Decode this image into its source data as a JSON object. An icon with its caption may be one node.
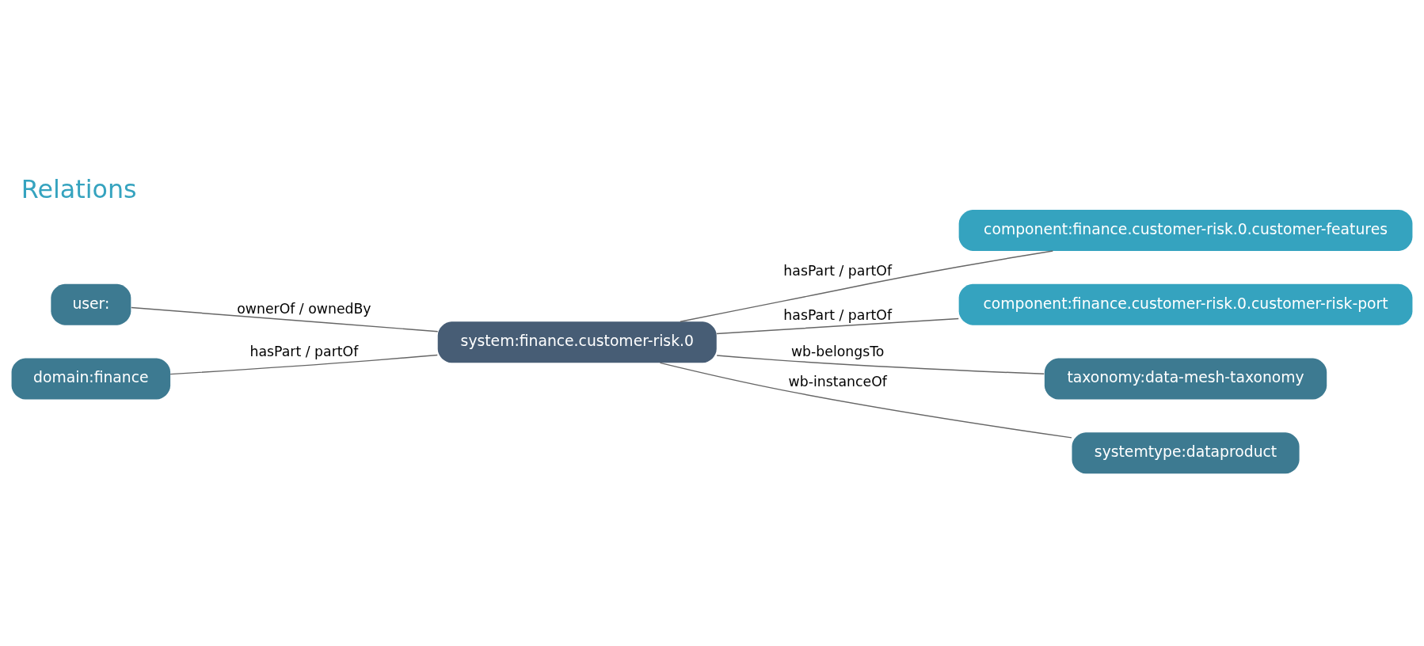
{
  "diagram": {
    "title": "Relations",
    "nodes": [
      {
        "text": [
          "user:"
        ]
      },
      {
        "text": [
          "domain:finance"
        ]
      },
      {
        "text": [
          "system:finance.customer-risk.0"
        ]
      },
      {
        "text": [
          "component:finance.customer-risk.0.customer-features"
        ]
      },
      {
        "text": [
          "component:finance.customer-risk.0.customer-risk-port"
        ]
      },
      {
        "text": [
          "taxonomy:data-mesh-taxonomy"
        ]
      },
      {
        "text": [
          "systemtype:dataproduct"
        ]
      }
    ],
    "edges": [
      {
        "from": 0,
        "to": 2,
        "arrow": "none",
        "label": "ownerOf / ownedBy"
      },
      {
        "from": 1,
        "to": 2,
        "arrow": "none",
        "label": "hasPart / partOf"
      },
      {
        "from": 2,
        "to": 3,
        "arrow": "none",
        "label": "hasPart / partOf"
      },
      {
        "from": 2,
        "to": 4,
        "arrow": "none",
        "label": "hasPart / partOf"
      },
      {
        "from": 2,
        "to": 5,
        "arrow": "none",
        "label": "wb-belongsTo"
      },
      {
        "from": 2,
        "to": 6,
        "arrow": "none",
        "label": "wb-instanceOf"
      }
    ]
  }
}
